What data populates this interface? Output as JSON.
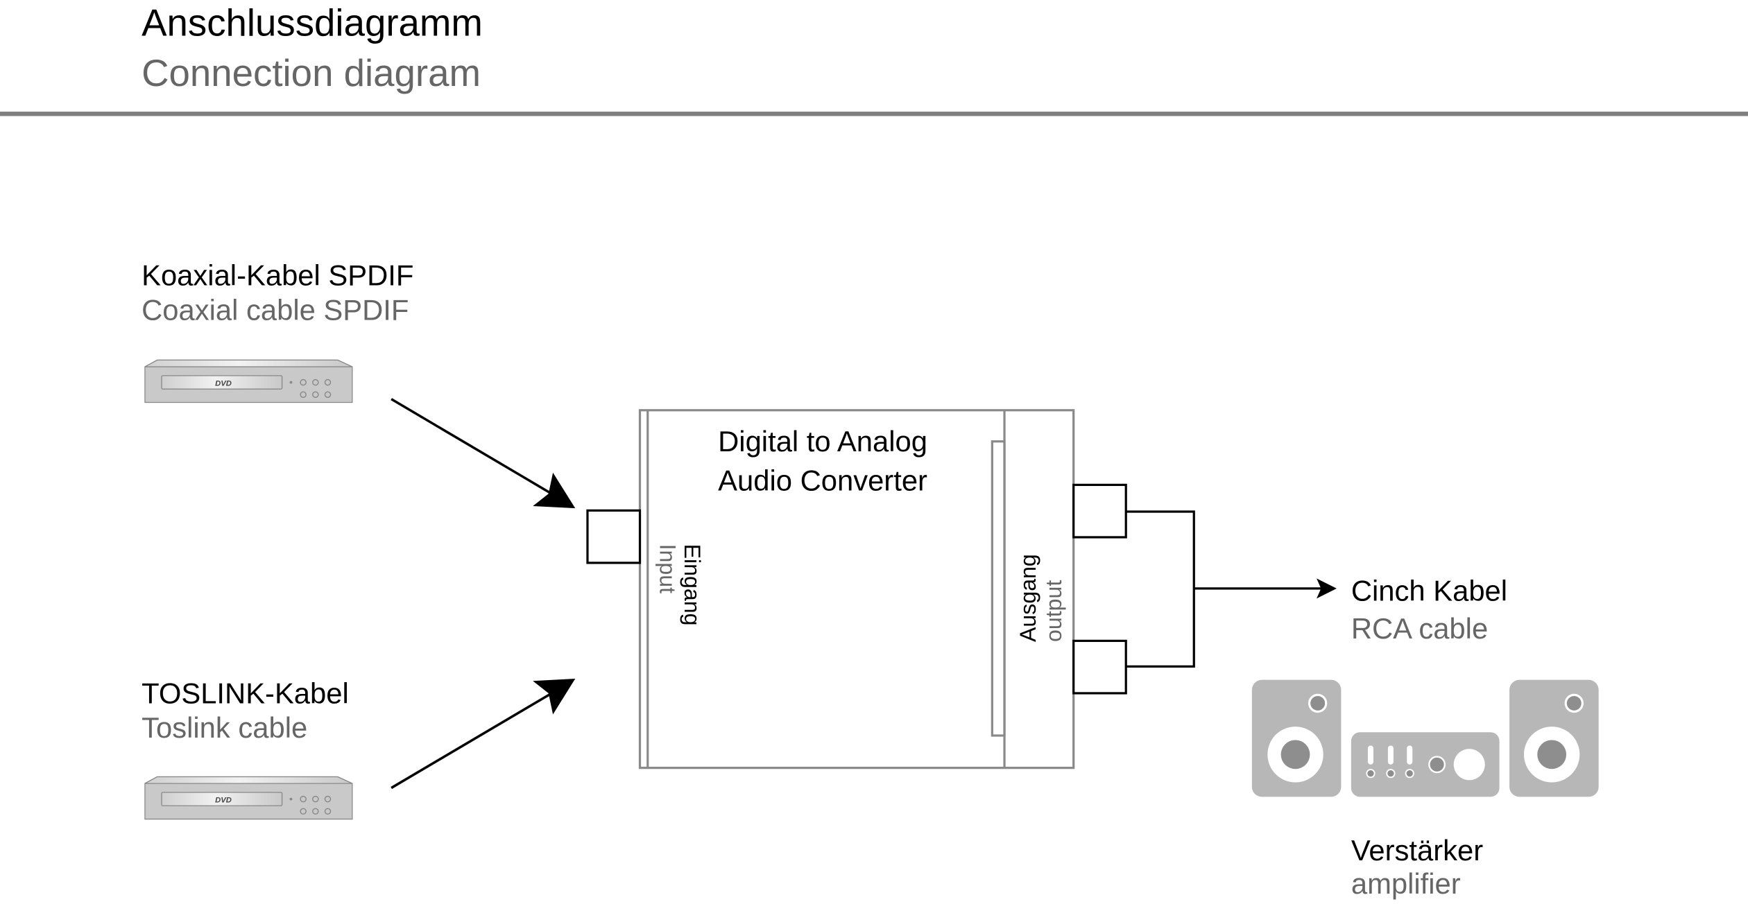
{
  "header": {
    "title_de": "Anschlussdiagramm",
    "title_en": "Connection diagram"
  },
  "sources": [
    {
      "label_de": "Koaxial-Kabel SPDIF",
      "label_en": "Coaxial cable SPDIF",
      "device_logo": "DVD"
    },
    {
      "label_de": "TOSLINK-Kabel",
      "label_en": "Toslink cable",
      "device_logo": "DVD"
    }
  ],
  "converter": {
    "title_line1": "Digital to Analog",
    "title_line2": "Audio Converter",
    "input_de": "Eingang",
    "input_en": "Input",
    "output_de": "Ausgang",
    "output_en": "output"
  },
  "output_cable": {
    "label_de": "Cinch Kabel",
    "label_en": "RCA cable"
  },
  "amplifier": {
    "label_de": "Verstärker",
    "label_en": "amplifier"
  },
  "colors": {
    "text_primary": "#000000",
    "text_secondary": "#666666",
    "device_gray": "#b7b7b7",
    "device_dark": "#8e8e8e",
    "outline_gray": "#8a8a8a"
  }
}
